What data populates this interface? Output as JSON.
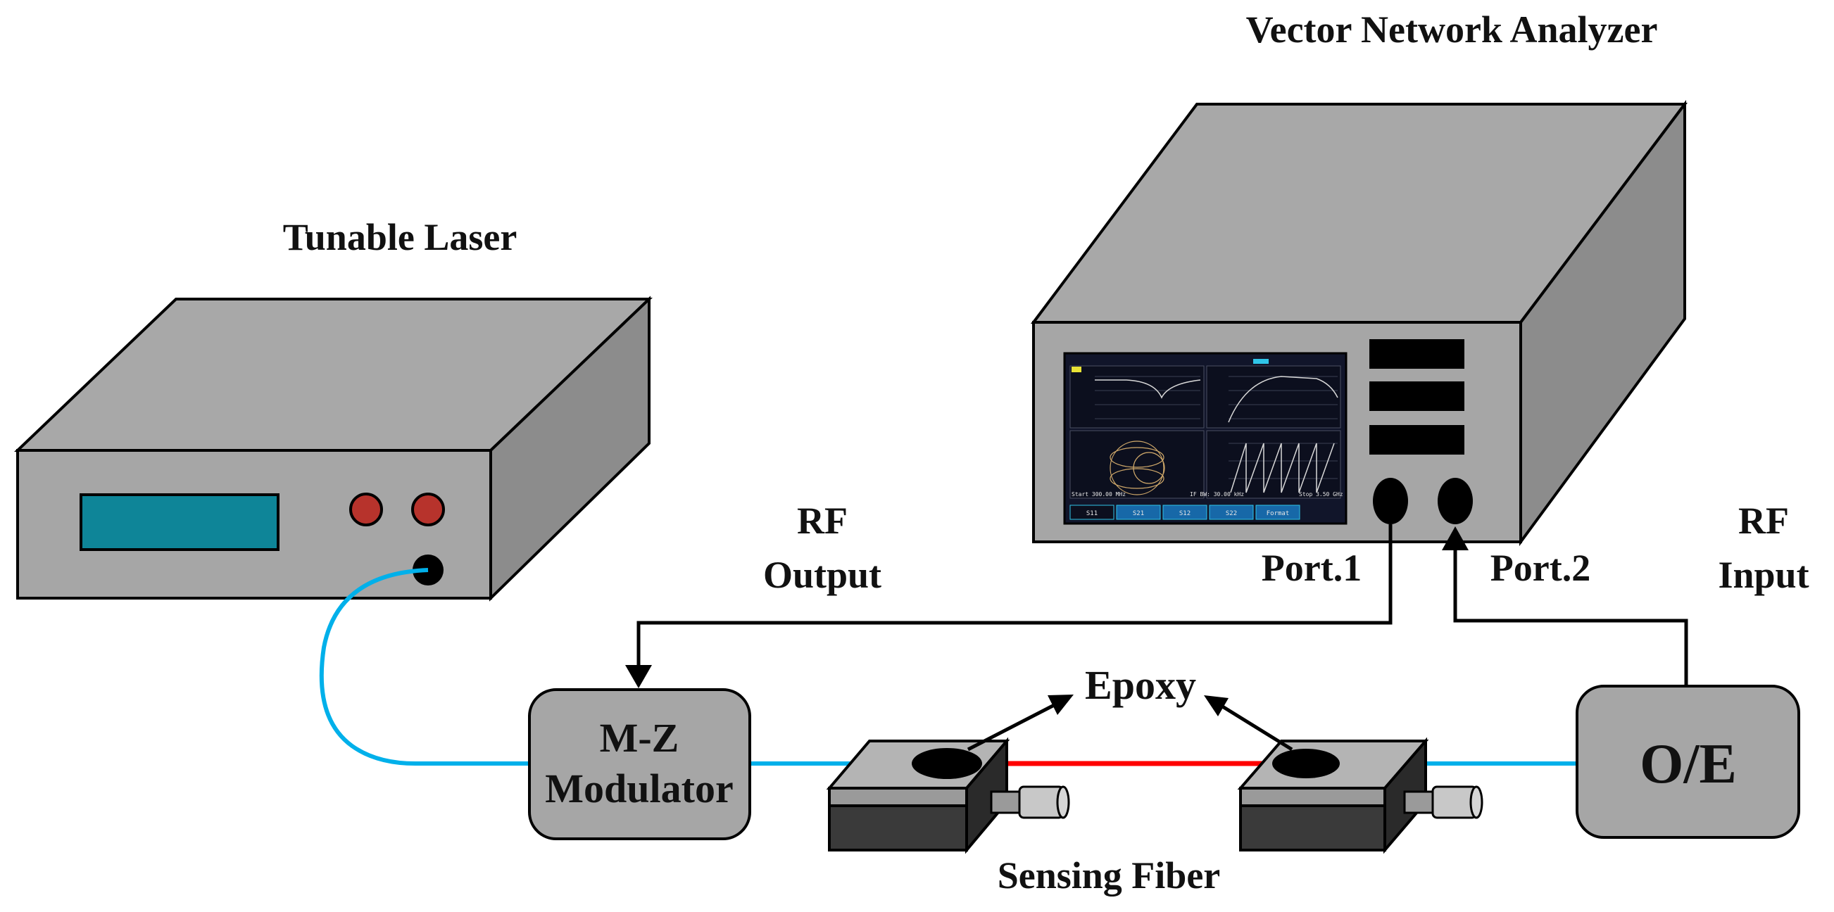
{
  "labels": {
    "tunable_laser": "Tunable Laser",
    "vna": "Vector Network Analyzer",
    "rf_output_line1": "RF",
    "rf_output_line2": "Output",
    "rf_input_line1": "RF",
    "rf_input_line2": "Input",
    "port1": "Port.1",
    "port2": "Port.2",
    "modulator_line1": "M-Z",
    "modulator_line2": "Modulator",
    "oe": "O/E",
    "epoxy": "Epoxy",
    "sensing_fiber": "Sensing Fiber"
  },
  "vna_screen": {
    "tabs": [
      "S11",
      "S21",
      "S12",
      "S22",
      "Format"
    ],
    "status_left": "Start 300.00 MHz",
    "status_mid": "IF BW: 30.00 kHz",
    "status_right": "Stop 3.50 GHz"
  },
  "colors": {
    "device_front": "#a6a6a6",
    "device_top": "#a8a8a8",
    "device_side": "#8c8c8c",
    "laser_display": "#0e8598",
    "knob": "#b7332c",
    "fiber": "#00b0ea",
    "sensing_fiber": "#ff0000",
    "stage_top": "#b4b4b4",
    "stage_base": "#3a3a3a",
    "screen": "#11152a"
  }
}
